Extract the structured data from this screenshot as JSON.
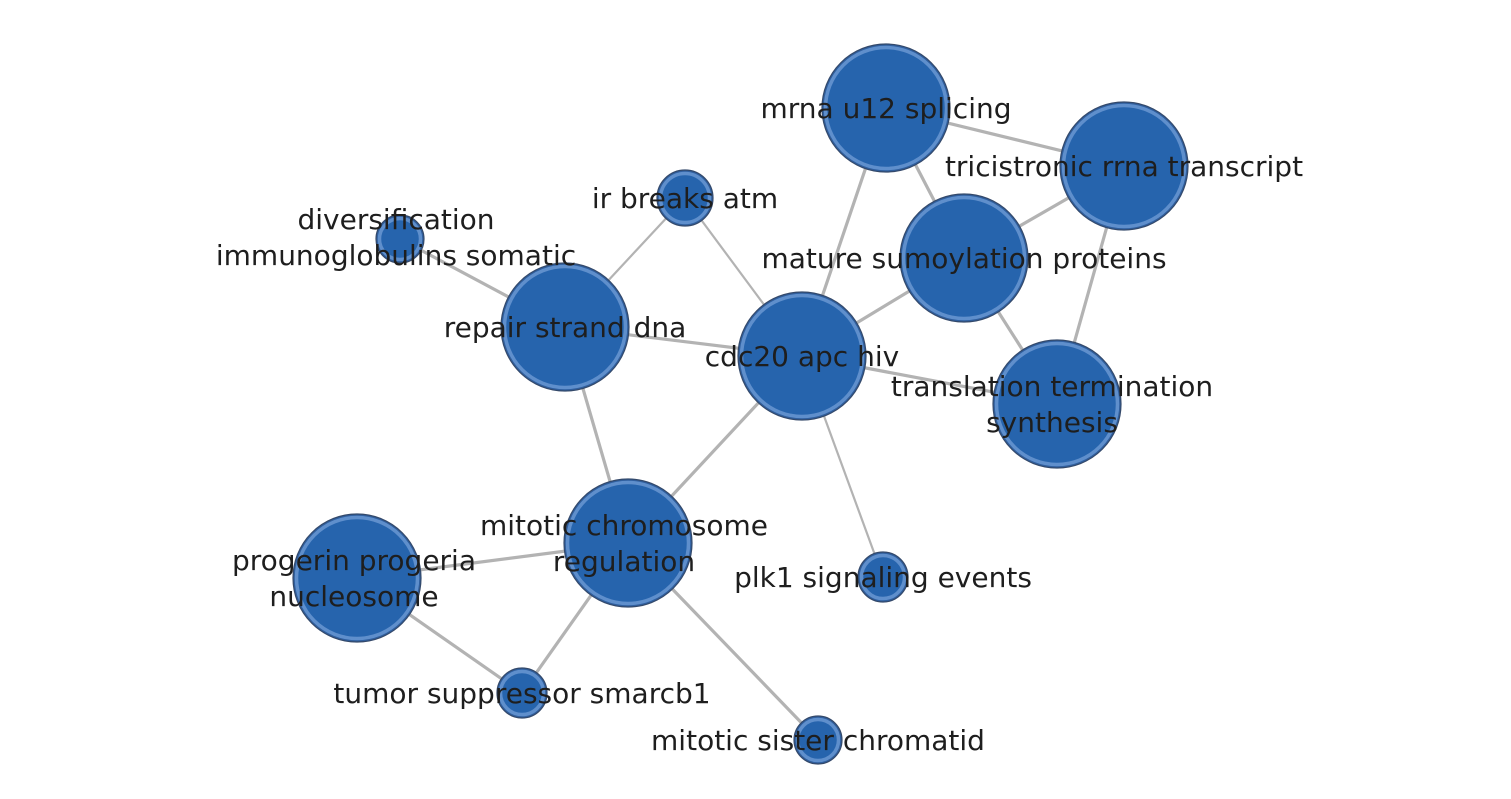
{
  "network": {
    "nodes": [
      {
        "id": "mrna",
        "lines": [
          "mrna u12 splicing"
        ]
      },
      {
        "id": "tricistronic",
        "lines": [
          "tricistronic rrna transcript"
        ]
      },
      {
        "id": "ir",
        "lines": [
          "ir breaks atm"
        ]
      },
      {
        "id": "diversification",
        "lines": [
          "diversification",
          "immunoglobulins somatic"
        ]
      },
      {
        "id": "mature",
        "lines": [
          "mature sumoylation proteins"
        ]
      },
      {
        "id": "repair",
        "lines": [
          "repair strand dna"
        ]
      },
      {
        "id": "cdc20",
        "lines": [
          "cdc20 apc hiv"
        ]
      },
      {
        "id": "translation",
        "lines": [
          "translation termination",
          "synthesis"
        ]
      },
      {
        "id": "mitotic_reg",
        "lines": [
          "mitotic chromosome",
          "regulation"
        ]
      },
      {
        "id": "progerin",
        "lines": [
          "progerin progeria",
          "nucleosome"
        ]
      },
      {
        "id": "plk1",
        "lines": [
          "plk1 signaling events"
        ]
      },
      {
        "id": "tumor",
        "lines": [
          "tumor suppressor smarcb1"
        ]
      },
      {
        "id": "mitotic_sister",
        "lines": [
          "mitotic sister chromatid"
        ]
      }
    ],
    "edges": [
      [
        "mrna",
        "tricistronic"
      ],
      [
        "mrna",
        "mature"
      ],
      [
        "mrna",
        "cdc20"
      ],
      [
        "tricistronic",
        "mature"
      ],
      [
        "tricistronic",
        "translation"
      ],
      [
        "mature",
        "cdc20"
      ],
      [
        "mature",
        "translation"
      ],
      [
        "cdc20",
        "translation"
      ],
      [
        "cdc20",
        "ir"
      ],
      [
        "cdc20",
        "repair"
      ],
      [
        "cdc20",
        "mitotic_reg"
      ],
      [
        "cdc20",
        "plk1"
      ],
      [
        "ir",
        "repair"
      ],
      [
        "diversification",
        "repair"
      ],
      [
        "repair",
        "mitotic_reg"
      ],
      [
        "mitotic_reg",
        "progerin"
      ],
      [
        "mitotic_reg",
        "tumor"
      ],
      [
        "mitotic_reg",
        "mitotic_sister"
      ],
      [
        "progerin",
        "tumor"
      ]
    ]
  }
}
